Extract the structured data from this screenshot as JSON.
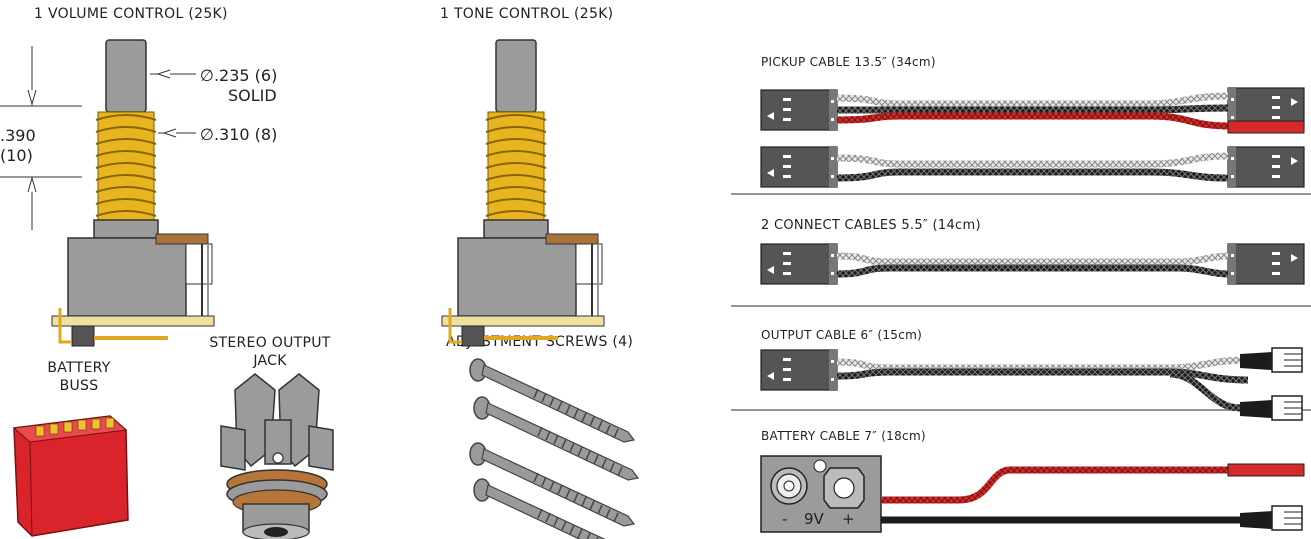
{
  "labels": {
    "volume": "1 VOLUME CONTROL (25K)",
    "tone": "1 TONE CONTROL (25K)",
    "battery_buss_line1": "BATTERY",
    "battery_buss_line2": "BUSS",
    "jack_line1": "STEREO OUTPUT",
    "jack_line2": "JACK",
    "screws": "ADJUSTMENT SCREWS (4)",
    "pickup_cable": "PICKUP CABLE 13.5″ (34cm)",
    "connect_cables": "2 CONNECT CABLES 5.5″ (14cm)",
    "output_cable": "OUTPUT CABLE 6″ (15cm)",
    "battery_cable": "BATTERY CABLE 7″ (18cm)"
  },
  "dimensions": {
    "shaft_dia": "∅.235 (6)",
    "shaft_type": "SOLID",
    "thread_dia": "∅.310 (8)",
    "thread_len_line1": ".390",
    "thread_len_line2": "(10)"
  },
  "battery_clip": {
    "minus": "-",
    "voltage": "9V",
    "plus": "+"
  },
  "colors": {
    "pot_body": "#9b9b9b",
    "thread": "#e8b520",
    "pcb": "#f0e0a0",
    "connector": "#555555",
    "wire_red": "#d42a2a",
    "wire_black": "#1c1c1c",
    "buss_red": "#d8242a"
  }
}
